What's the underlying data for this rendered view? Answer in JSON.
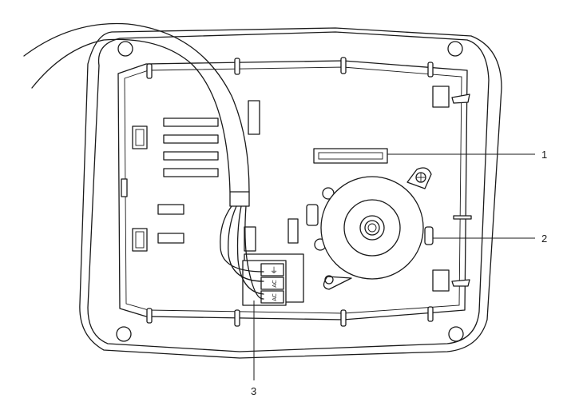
{
  "callouts": [
    {
      "id": "1",
      "label": "1"
    },
    {
      "id": "2",
      "label": "2"
    },
    {
      "id": "3",
      "label": "3"
    }
  ],
  "connector_symbols": [
    "⏚",
    "AC",
    "AC"
  ],
  "colors": {
    "stroke": "#1a1a1a",
    "background": "#ffffff"
  }
}
